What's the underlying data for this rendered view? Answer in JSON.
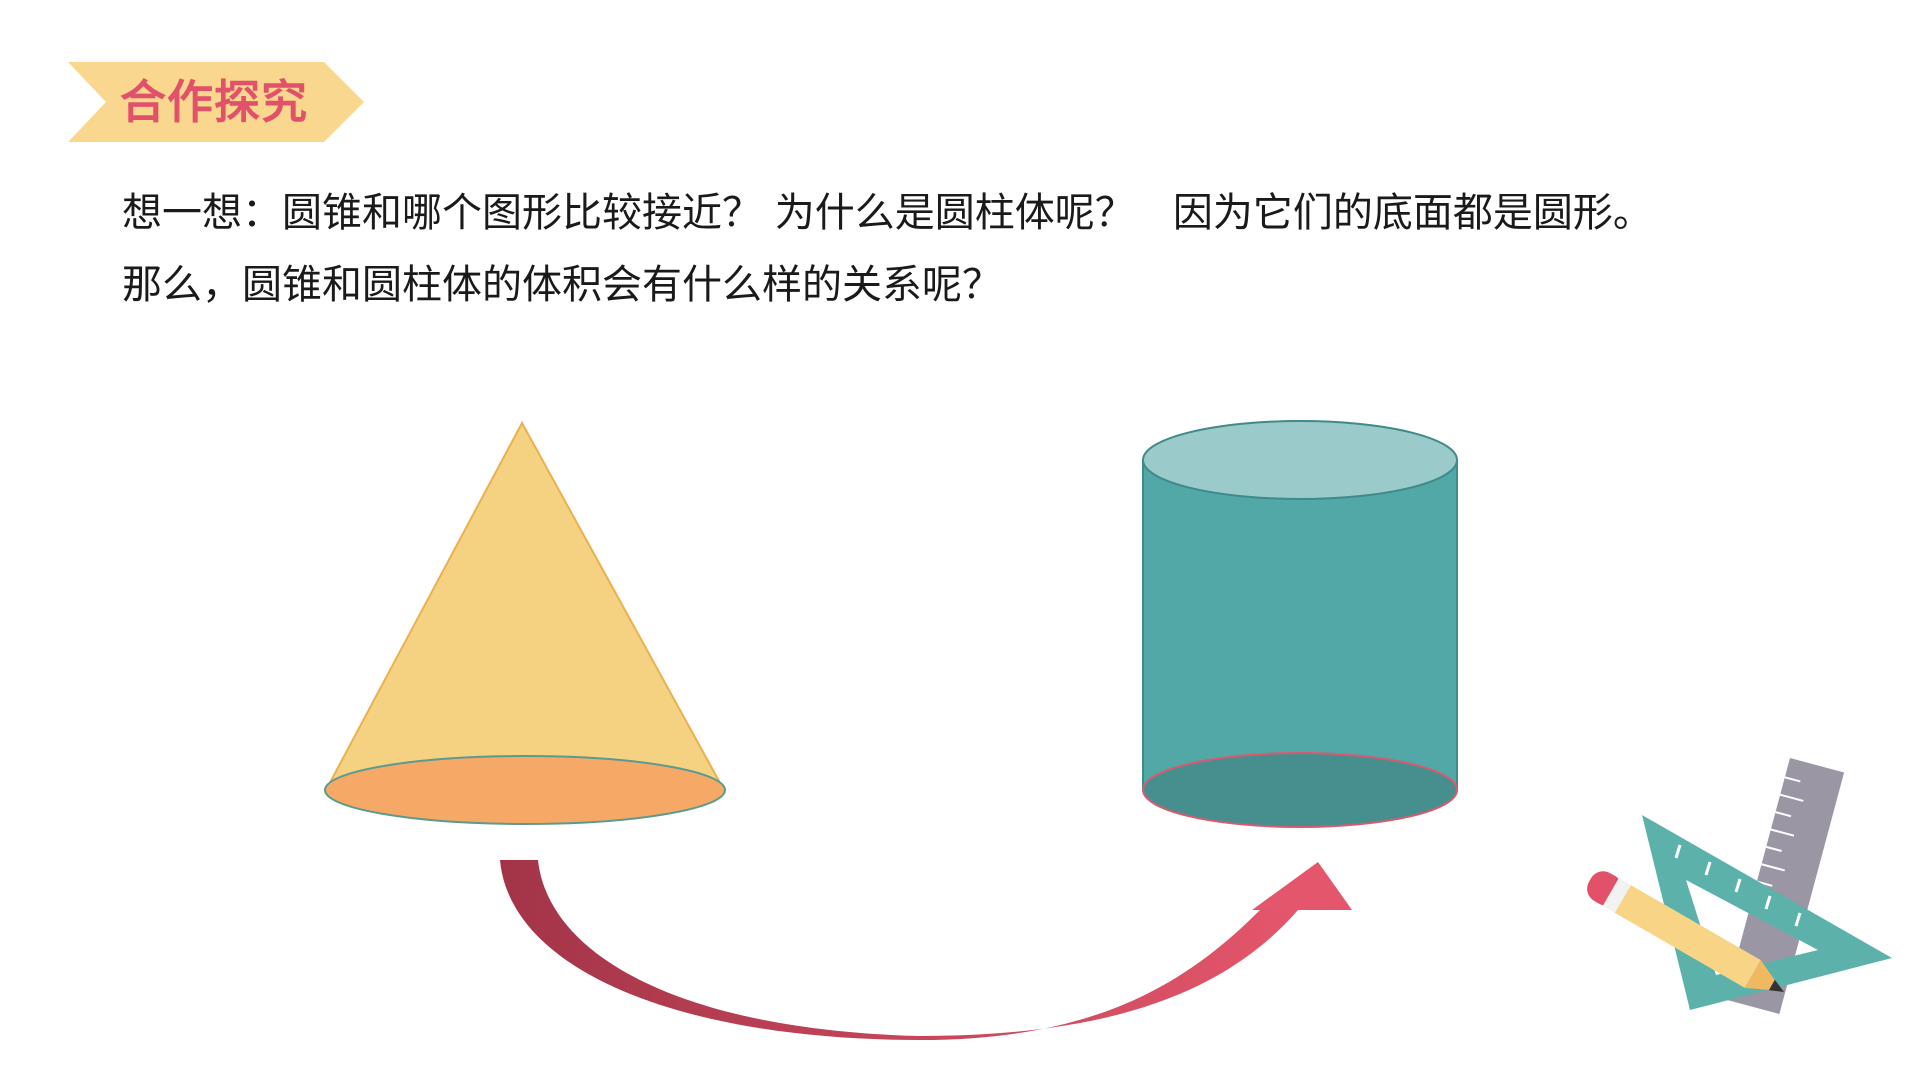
{
  "badge": {
    "title": "合作探究",
    "colors": {
      "ribbon": "#f9d78e",
      "text": "#e1516a"
    }
  },
  "question": {
    "line1": "想一想：圆锥和哪个图形比较接近？ 为什么是圆柱体呢？   因为它们的底面都是圆形。",
    "line2": "那么，圆锥和圆柱体的体积会有什么样的关系呢？"
  },
  "figures": {
    "cone": {
      "colors": {
        "body": "#f5d182",
        "base": "#f6a866",
        "edge": "#e9b24e"
      }
    },
    "cylinder": {
      "colors": {
        "top": "#9bcaca",
        "body": "#52a7a7",
        "base": "#478f8f",
        "edge": "#3f8a8a",
        "base_rim": "#d95a6f"
      }
    },
    "arrow": {
      "colors": {
        "start": "#a33448",
        "end": "#e4566b"
      }
    }
  },
  "decoration": {
    "icons": [
      "ruler-icon",
      "triangle-ruler-icon",
      "pencil-icon"
    ]
  }
}
